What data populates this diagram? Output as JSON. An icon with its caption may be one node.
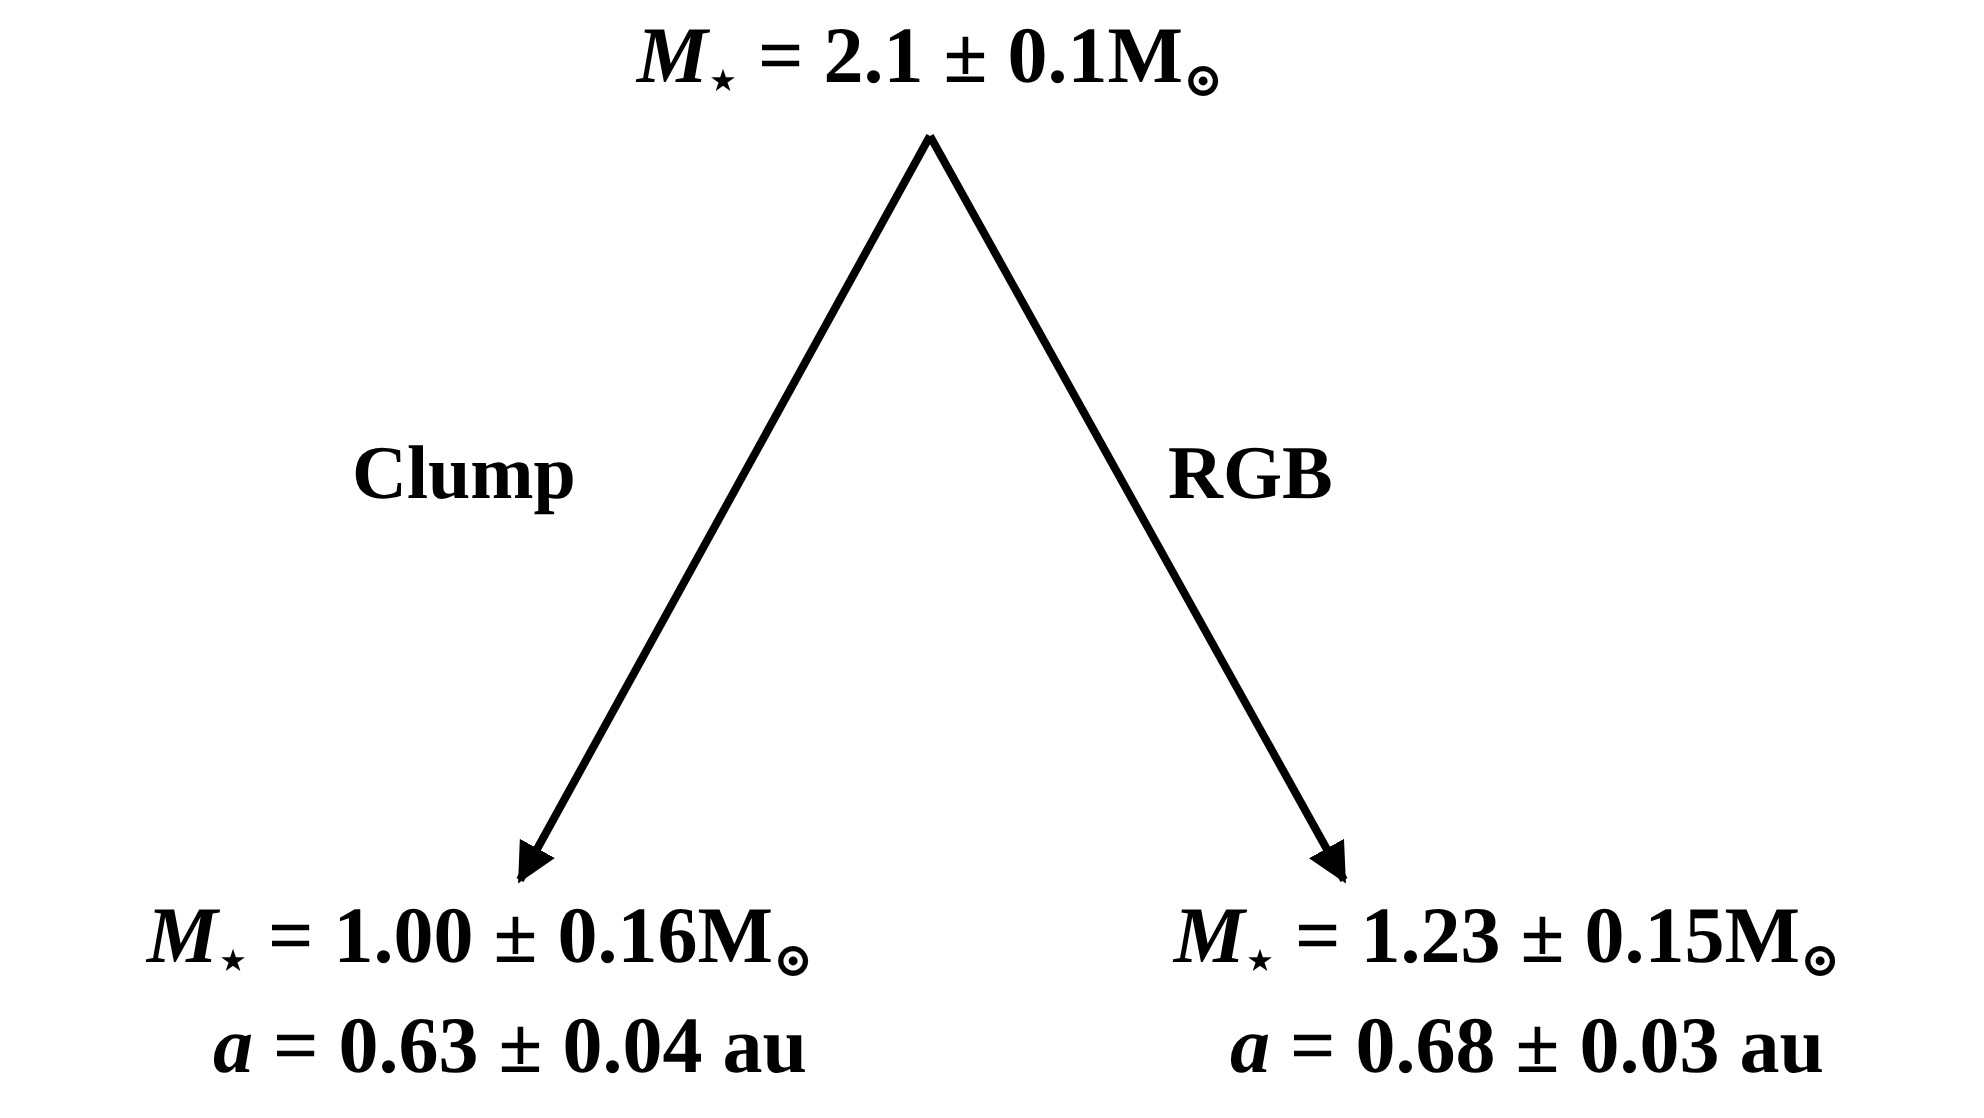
{
  "diagram": {
    "nodes": [
      {
        "text": [
          "*M*$_{⋆}$ = 2.1 ± 0.1M$_{⊙}$"
        ]
      },
      {
        "text": [
          "*M*$_{⋆}$ = 1.00 ± 0.16M$_{⊙}$",
          "*a* = 0.63 ± 0.04 au"
        ]
      },
      {
        "text": [
          "*M*$_{⋆}$ = 1.23 ± 0.15M$_{⊙}$",
          "*a* = 0.68 ± 0.03 au"
        ]
      }
    ],
    "edges": [
      {
        "from": 0,
        "to": 1,
        "arrow": "to",
        "label": "Clump"
      },
      {
        "from": 0,
        "to": 2,
        "arrow": "to",
        "label": "RGB"
      }
    ]
  }
}
